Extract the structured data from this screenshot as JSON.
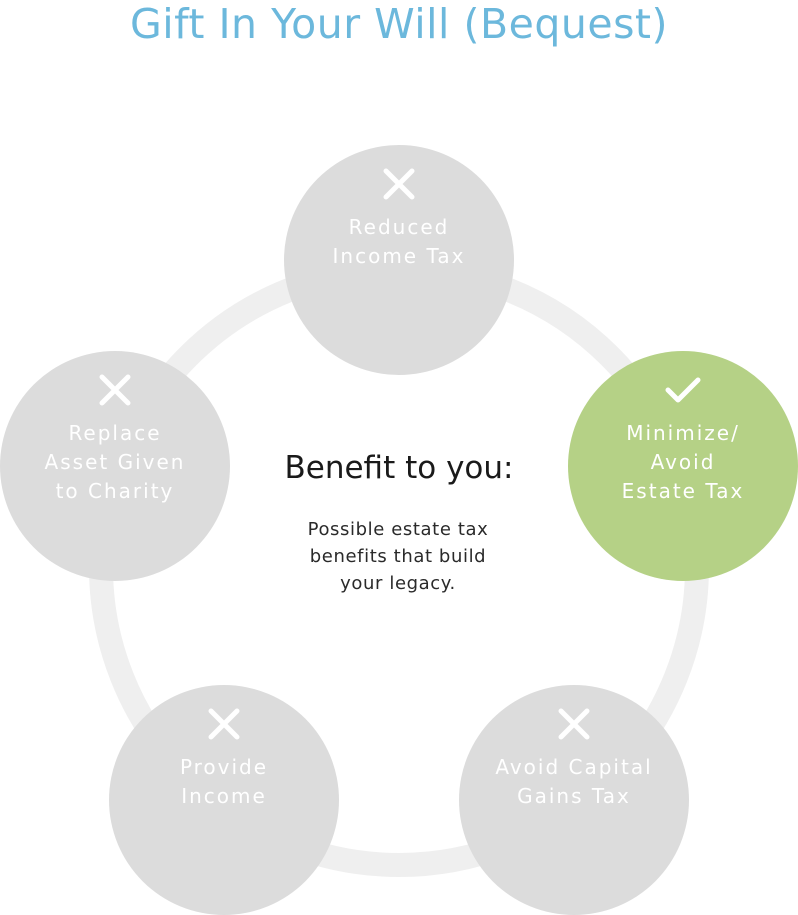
{
  "title": "Gift In Your Will (Bequest)",
  "center": {
    "heading": "Benefit to you:",
    "body_lines": [
      "Possible estate tax",
      "benefits that build",
      "your legacy."
    ]
  },
  "colors": {
    "title": "#6cb8dc",
    "ring": "#efefef",
    "node_off": "#dcdcdc",
    "node_on": "#b5d186",
    "node_text": "#ffffff"
  },
  "benefits": [
    {
      "icon": "x-icon",
      "applies": false,
      "lines": [
        "Reduced",
        "Income Tax"
      ]
    },
    {
      "icon": "check-icon",
      "applies": true,
      "lines": [
        "Minimize/",
        "Avoid",
        "Estate Tax"
      ]
    },
    {
      "icon": "x-icon",
      "applies": false,
      "lines": [
        "Avoid Capital",
        "Gains Tax"
      ]
    },
    {
      "icon": "x-icon",
      "applies": false,
      "lines": [
        "Provide",
        "Income"
      ]
    },
    {
      "icon": "x-icon",
      "applies": false,
      "lines": [
        "Replace",
        "Asset Given",
        "to Charity"
      ]
    }
  ]
}
